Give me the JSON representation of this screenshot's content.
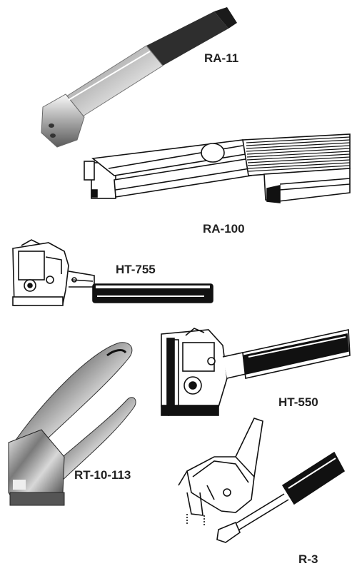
{
  "products": [
    {
      "model": "RA-11",
      "icon": "hammer-tacker-ra11"
    },
    {
      "model": "RA-100",
      "icon": "hammer-tacker-ra100"
    },
    {
      "model": "HT-755",
      "icon": "hammer-tacker-ht755"
    },
    {
      "model": "HT-550",
      "icon": "hammer-tacker-ht550"
    },
    {
      "model": "RT-10-113",
      "icon": "plier-stapler-rt10113"
    },
    {
      "model": "R-3",
      "icon": "hammer-tacker-r3"
    }
  ],
  "colors": {
    "background": "#ffffff",
    "ink": "#111111",
    "label": "#222222"
  }
}
